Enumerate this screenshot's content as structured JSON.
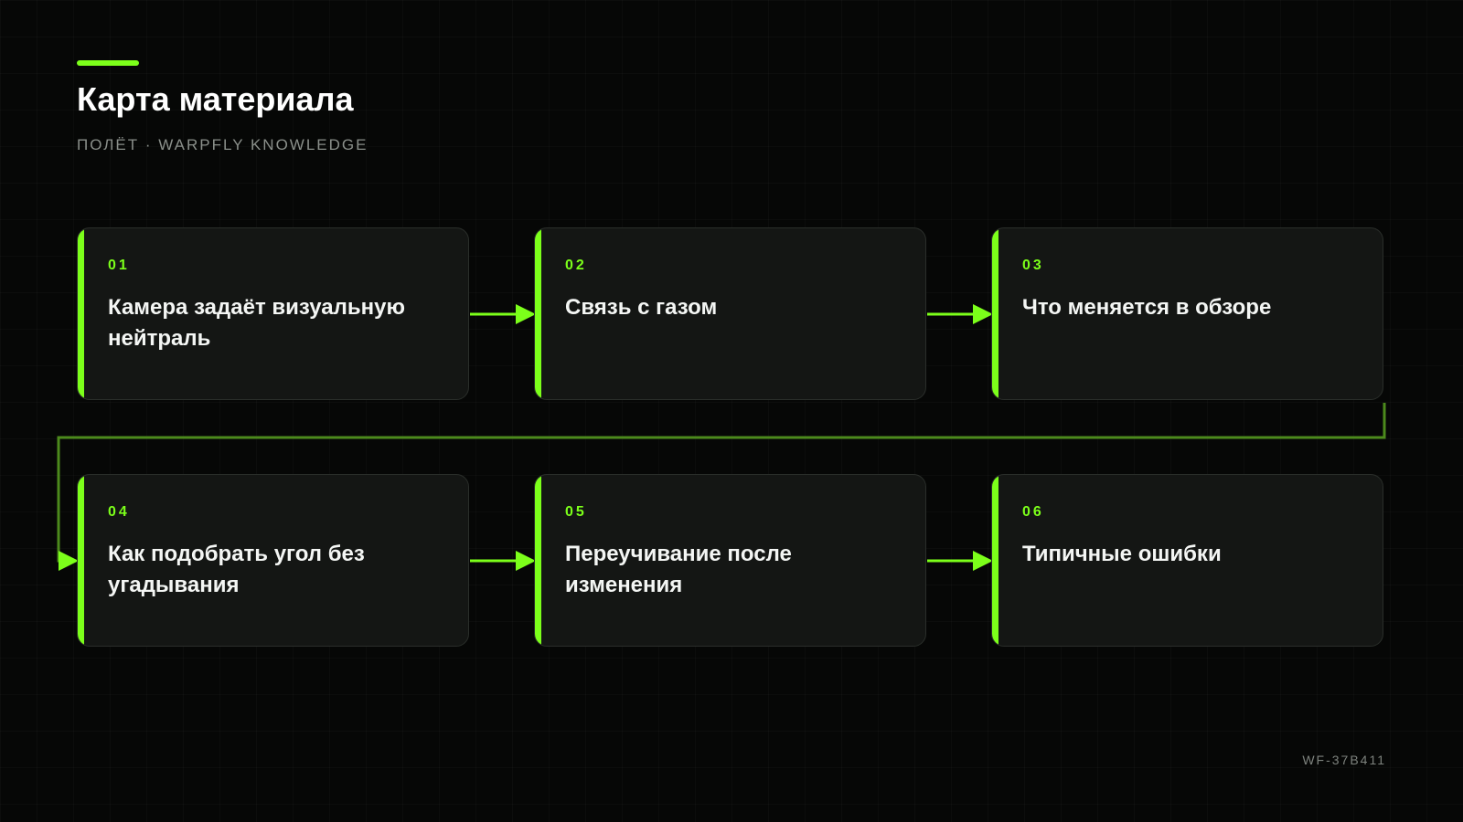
{
  "header": {
    "title": "Карта материала",
    "subtitle": "ПОЛЁТ · WARPFLY KNOWLEDGE"
  },
  "steps": [
    {
      "num": "01",
      "label": "Камера задаёт визуальную нейтраль"
    },
    {
      "num": "02",
      "label": "Связь с газом"
    },
    {
      "num": "03",
      "label": "Что меняется в обзоре"
    },
    {
      "num": "04",
      "label": "Как подобрать угол без угадывания"
    },
    {
      "num": "05",
      "label": "Переучивание после изменения"
    },
    {
      "num": "06",
      "label": "Типичные ошибки"
    }
  ],
  "footer": {
    "code": "WF-37B411"
  },
  "colors": {
    "accent": "#7cff1a",
    "background": "#060706",
    "card": "#141614",
    "connector_dim": "#4c8a1c"
  }
}
